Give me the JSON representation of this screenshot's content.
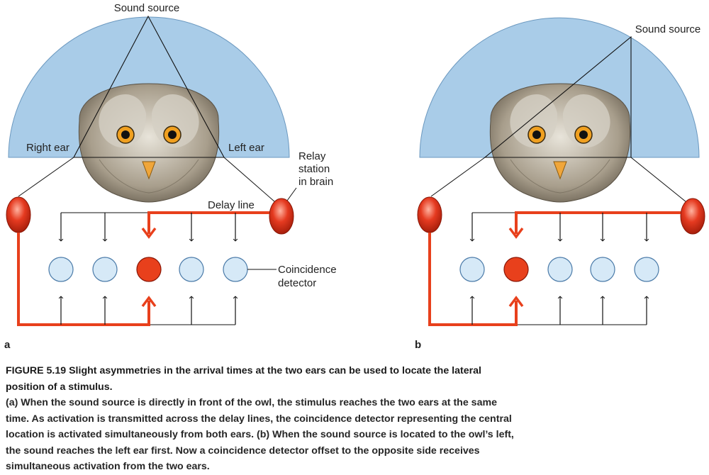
{
  "panel_a": {
    "letter": "a",
    "sound_source": "Sound source",
    "right_ear": "Right ear",
    "left_ear": "Left ear",
    "relay_line1": "Relay",
    "relay_line2": "station",
    "relay_line3": "in brain",
    "delay_line": "Delay line",
    "coincidence_line1": "Coincidence",
    "coincidence_line2": "detector",
    "active_detector_index": 2
  },
  "panel_b": {
    "letter": "b",
    "sound_source": "Sound source",
    "active_detector_index": 1
  },
  "colors": {
    "sky": "#a9cce8",
    "active": "#e8401c",
    "inactive": "#d6e9f7",
    "relay": "#e53a20"
  },
  "caption": {
    "title": "FIGURE 5.19 Slight asymmetries in the arrival times at the two ears can be used to locate the lateral position of a stimulus.",
    "a_tag": "(a)",
    "a_text": " When the sound source is directly in front of the owl, the stimulus reaches the two ears at the same time. As activation is transmitted across the delay lines, the coincidence detector representing the central location is activated simultaneously from both ears. ",
    "b_tag": "(b)",
    "b_text": " When the sound source is located to the owl’s left, the sound reaches the left ear first. Now a coincidence detector offset to the opposite side receives simultaneous activation from the two ears."
  }
}
